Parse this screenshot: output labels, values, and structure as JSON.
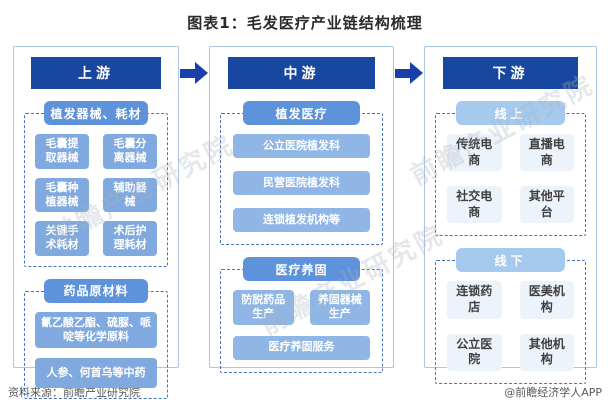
{
  "title": {
    "text": "图表1：毛发医疗产业链结构梳理"
  },
  "diagram": {
    "upstream": {
      "header": "上游",
      "group1": {
        "label": "植发器械、耗材",
        "items": [
          "毛囊提取器械",
          "毛囊分离器械",
          "毛囊种植器械",
          "辅助器械",
          "关键手术耗材",
          "术后护理耗材"
        ]
      },
      "group2": {
        "label": "药品原材料",
        "items": [
          "氰乙酸乙酯、硫脲、哌啶等化学原料",
          "人参、何首乌等中药"
        ]
      }
    },
    "midstream": {
      "header": "中游",
      "group1": {
        "label": "植发医疗",
        "items": [
          "公立医院植发科",
          "民营医院植发科",
          "连锁植发机构等"
        ]
      },
      "group2": {
        "label": "医疗养固",
        "items": [
          "防脱药品生产",
          "养固器械生产",
          "医疗养固服务"
        ]
      }
    },
    "downstream": {
      "header": "下游",
      "group1": {
        "label": "线上",
        "items": [
          "传统电商",
          "直播电商",
          "社交电商",
          "其他平台"
        ]
      },
      "group2": {
        "label": "线下",
        "items": [
          "连锁药店",
          "医美机构",
          "公立医院",
          "其他机构"
        ]
      }
    }
  },
  "footer": {
    "source": "资料来源：前瞻产业研究院",
    "brand": "@前瞻经济学人APP"
  },
  "watermark": {
    "text": "前瞻产业研究院"
  },
  "colors": {
    "header_bg": "#17479e",
    "arrow": "#1b3fa9",
    "subheader_bg": "#5e92db",
    "subheader_light_bg": "#a5caee",
    "item_blue_upstream": "#7fa9df",
    "item_blue_midstream": "#8fb6e5",
    "item_light_bg": "#edf3fb",
    "dashed_border": "#4472c4",
    "column_border": "#a9c7e9"
  }
}
